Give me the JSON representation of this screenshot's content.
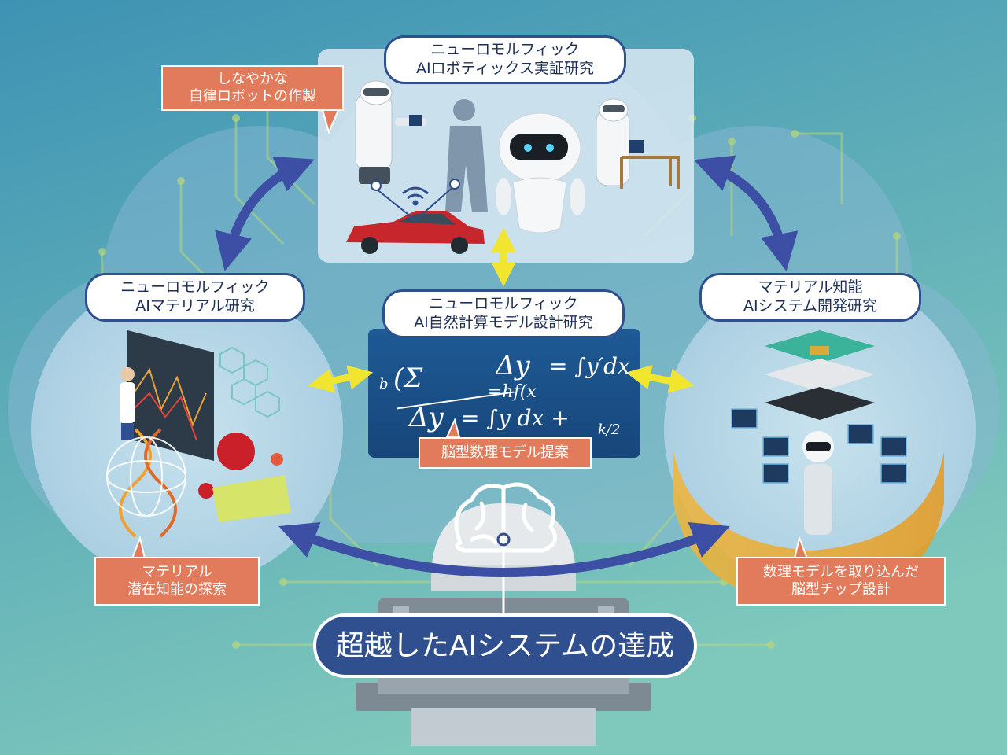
{
  "labels": {
    "robotics_title": [
      "ニューロモルフィック",
      "AIロボティックス実証研究"
    ],
    "robot_note": [
      "しなやかな",
      "自律ロボットの作製"
    ],
    "material_title": [
      "ニューロモルフィック",
      "AIマテリアル研究"
    ],
    "model_title": [
      "ニューロモルフィック",
      "AI自然計算モデル設計研究"
    ],
    "system_title": [
      "マテリアル知能",
      "AIシステム開発研究"
    ],
    "model_note": "脳型数理モデル提案",
    "material_note": [
      "マテリアル",
      "潜在知能の探索"
    ],
    "chip_note": [
      "数理モデルを取り込んだ",
      "脳型チップ設計"
    ],
    "goal": "超越したAIシステムの達成"
  },
  "colors": {
    "background_top": "#3e93b4",
    "background_bottom": "#7fc8bc",
    "pill_border": "#2f4f8e",
    "note_fill": "#e17b5b",
    "arrow_blue": "#3d4fa5",
    "arrow_yellow": "#f2e530"
  }
}
